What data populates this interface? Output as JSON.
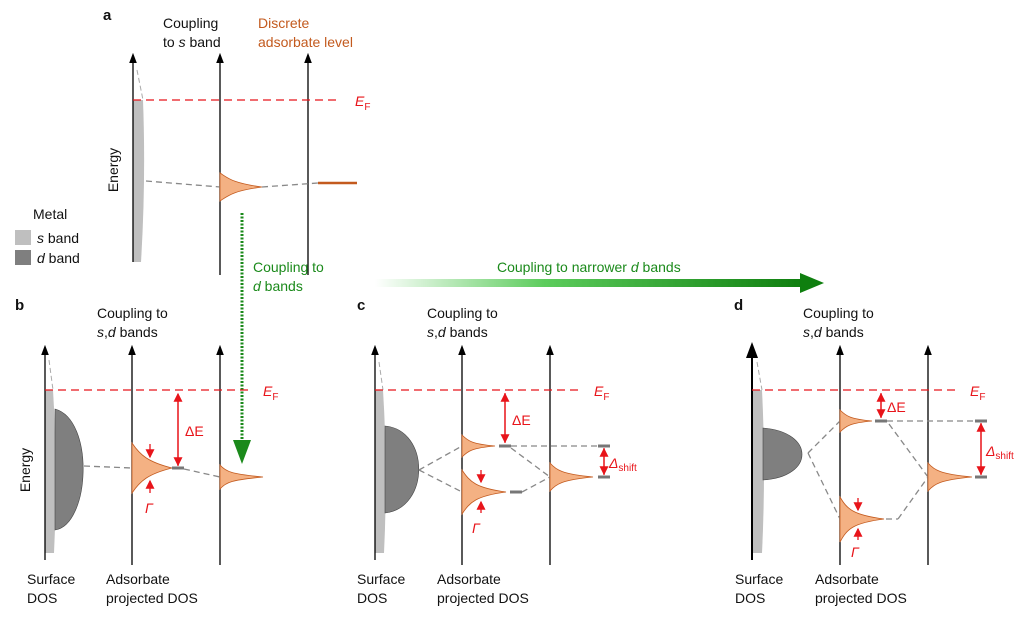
{
  "panels": {
    "a": {
      "letter": "a",
      "title_line1": "Coupling",
      "title_line2_pre": "to ",
      "title_line2_it": "s",
      "title_line2_post": " band",
      "discrete_line1": "Discrete",
      "discrete_line2": "adsorbate level",
      "fermi": "E",
      "fermi_sub": "F",
      "energy_axis": "Energy"
    },
    "b": {
      "letter": "b",
      "title_line1": "Coupling to",
      "title_line2_it1": "s",
      "title_line2_mid": ",",
      "title_line2_it2": "d",
      "title_line2_post": " bands",
      "fermi": "E",
      "fermi_sub": "F",
      "delta_e": "ΔE",
      "gamma": "Γ",
      "energy_axis": "Energy",
      "surface_dos_1": "Surface",
      "surface_dos_2": "DOS",
      "adsorbate_1": "Adsorbate",
      "adsorbate_2": "projected DOS"
    },
    "c": {
      "letter": "c",
      "title_line1": "Coupling to",
      "title_line2_it1": "s",
      "title_line2_mid": ",",
      "title_line2_it2": "d",
      "title_line2_post": " bands",
      "fermi": "E",
      "fermi_sub": "F",
      "delta_e": "ΔE",
      "gamma": "Γ",
      "delta_shift": "Δ",
      "delta_shift_sub": "shift",
      "surface_dos_1": "Surface",
      "surface_dos_2": "DOS",
      "adsorbate_1": "Adsorbate",
      "adsorbate_2": "projected DOS"
    },
    "d": {
      "letter": "d",
      "title_line1": "Coupling to",
      "title_line2_it1": "s",
      "title_line2_mid": ",",
      "title_line2_it2": "d",
      "title_line2_post": " bands",
      "fermi": "E",
      "fermi_sub": "F",
      "delta_e": "ΔE",
      "gamma": "Γ",
      "delta_shift": "Δ",
      "delta_shift_sub": "shift",
      "surface_dos_1": "Surface",
      "surface_dos_2": "DOS",
      "adsorbate_1": "Adsorbate",
      "adsorbate_2": "projected DOS"
    }
  },
  "legend": {
    "title": "Metal",
    "s_it": "s",
    "s_post": " band",
    "d_it": "d",
    "d_post": " band"
  },
  "transitions": {
    "to_d_line1": "Coupling to",
    "to_d_it": "d",
    "to_d_post": " bands",
    "narrower_pre": "Coupling to narrower ",
    "narrower_it": "d",
    "narrower_post": " bands"
  },
  "colors": {
    "fermi": "#e8141a",
    "adsorbate_fill": "#f4b183",
    "adsorbate_stroke": "#c35a1e",
    "s_band": "#bfbfbf",
    "d_band": "#7f7f7f",
    "green": "#1b8a1b"
  }
}
